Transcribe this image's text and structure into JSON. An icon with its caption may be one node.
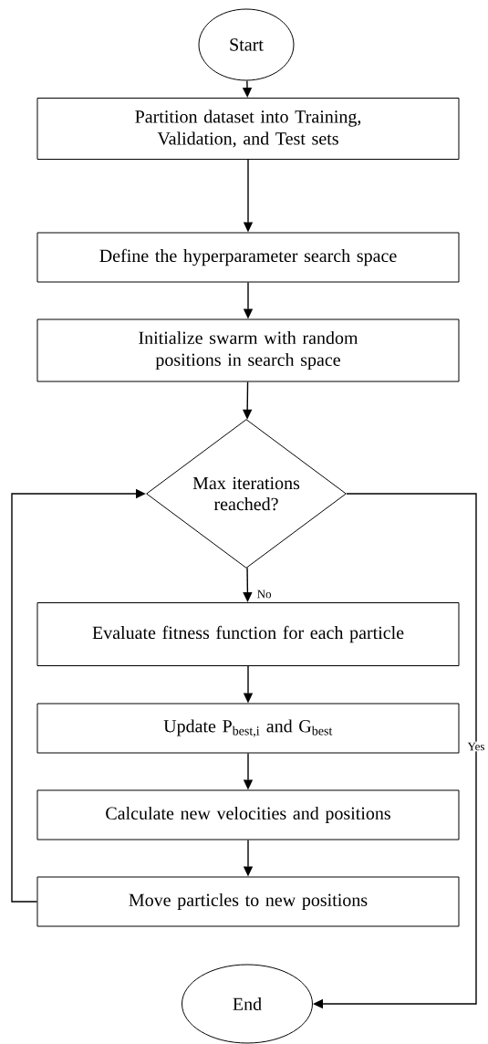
{
  "diagram": {
    "nodes": [
      {
        "text": [
          "Start"
        ]
      },
      {
        "text": [
          "Partition dataset into Training, Validation, and Test sets"
        ]
      },
      {
        "text": [
          "Define the hyperparameter search space"
        ]
      },
      {
        "text": [
          "Initialize swarm with random positions in search space"
        ]
      },
      {
        "text": [
          "Max iterations reached?"
        ]
      },
      {
        "text": [
          "Evaluate fitness function for each particle"
        ]
      },
      {
        "text": [
          "Update P$_{best,i}$ and G$_{best}$"
        ]
      },
      {
        "text": [
          "Calculate new velocities and positions"
        ]
      },
      {
        "text": [
          "Move particles to new positions"
        ]
      },
      {
        "text": [
          "End"
        ]
      }
    ],
    "edges": [
      {
        "from": 0,
        "to": 1,
        "arrow": "to"
      },
      {
        "from": 1,
        "to": 2,
        "arrow": "to"
      },
      {
        "from": 2,
        "to": 3,
        "arrow": "to"
      },
      {
        "from": 3,
        "to": 4,
        "arrow": "to"
      },
      {
        "from": 4,
        "to": 5,
        "arrow": "to",
        "label": "No"
      },
      {
        "from": 5,
        "to": 6,
        "arrow": "to"
      },
      {
        "from": 6,
        "to": 7,
        "arrow": "to"
      },
      {
        "from": 7,
        "to": 8,
        "arrow": "to"
      },
      {
        "from": 8,
        "to": 4,
        "arrow": "to"
      },
      {
        "from": 4,
        "to": 9,
        "arrow": "to",
        "label": "Yes"
      }
    ]
  }
}
